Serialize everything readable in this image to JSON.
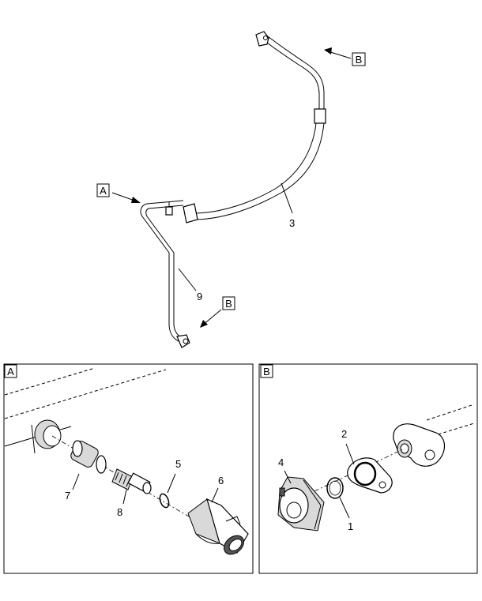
{
  "views": {
    "main": {
      "callouts": [
        {
          "id": "A",
          "text": "A"
        },
        {
          "id": "B_top",
          "text": "B"
        },
        {
          "id": "B_bottom",
          "text": "B"
        }
      ],
      "parts": [
        {
          "id": "p3",
          "text": "3"
        },
        {
          "id": "p9",
          "text": "9"
        }
      ]
    },
    "detail_a": {
      "tag": "A",
      "parts": [
        {
          "id": "p5",
          "text": "5"
        },
        {
          "id": "p6",
          "text": "6"
        },
        {
          "id": "p7",
          "text": "7"
        },
        {
          "id": "p8",
          "text": "8"
        }
      ]
    },
    "detail_b": {
      "tag": "B",
      "parts": [
        {
          "id": "p1",
          "text": "1"
        },
        {
          "id": "p2",
          "text": "2"
        },
        {
          "id": "p4",
          "text": "4"
        }
      ]
    }
  }
}
